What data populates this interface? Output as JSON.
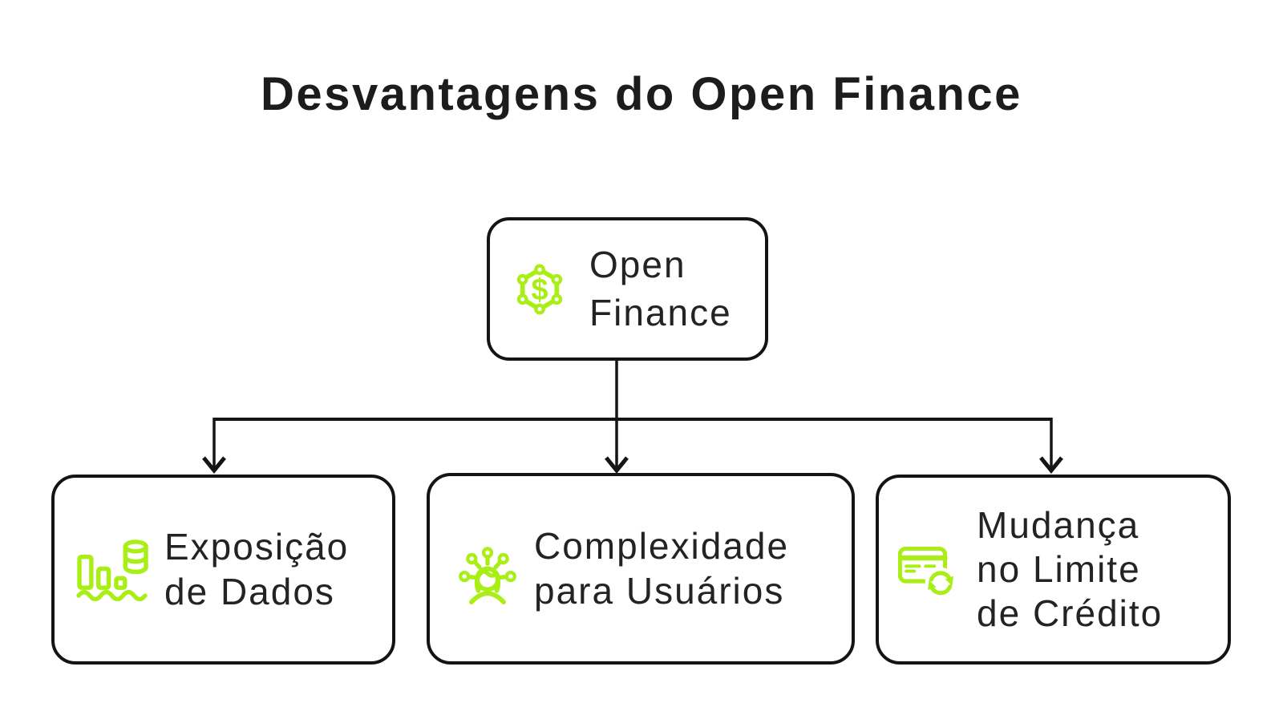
{
  "title": "Desvantagens do Open Finance",
  "colors": {
    "background": "#ffffff",
    "accent": "#a9ef15",
    "ink": "#141414",
    "text": "#232323"
  },
  "diagram": {
    "type": "tree",
    "root": {
      "id": "open-finance",
      "label": "Open Finance",
      "lines": [
        "Open",
        "Finance"
      ],
      "icon": "hexagon-dollar-network-icon"
    },
    "children": [
      {
        "id": "exposicao-de-dados",
        "label": "Exposição de Dados",
        "lines": [
          "Exposição",
          "de Dados"
        ],
        "icon": "data-bars-leak-icon"
      },
      {
        "id": "complexidade-para-usuarios",
        "label": "Complexidade para Usuários",
        "lines": [
          "Complexidade",
          "para Usuários"
        ],
        "icon": "overwhelmed-user-icon"
      },
      {
        "id": "mudanca-no-limite-de-credito",
        "label": "Mudança no Limite de Crédito",
        "lines": [
          "Mudança",
          "no Limite",
          "de Crédito"
        ],
        "icon": "credit-card-refresh-icon"
      }
    ]
  },
  "glyphs": {
    "dollar": "$"
  }
}
